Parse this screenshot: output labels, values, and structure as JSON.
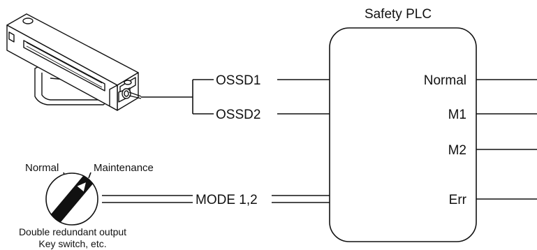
{
  "plc": {
    "title": "Safety PLC",
    "outputs": [
      "Normal",
      "M1",
      "M2",
      "Err"
    ]
  },
  "signals": {
    "ossd1": "OSSD1",
    "ossd2": "OSSD2",
    "mode": "MODE 1,2"
  },
  "key_switch": {
    "left_label": "Normal",
    "right_label": "Maintenance",
    "caption_line1": "Double redundant output",
    "caption_line2": "Key switch, etc."
  },
  "colors": {
    "line": "#111111",
    "background": "#ffffff"
  }
}
